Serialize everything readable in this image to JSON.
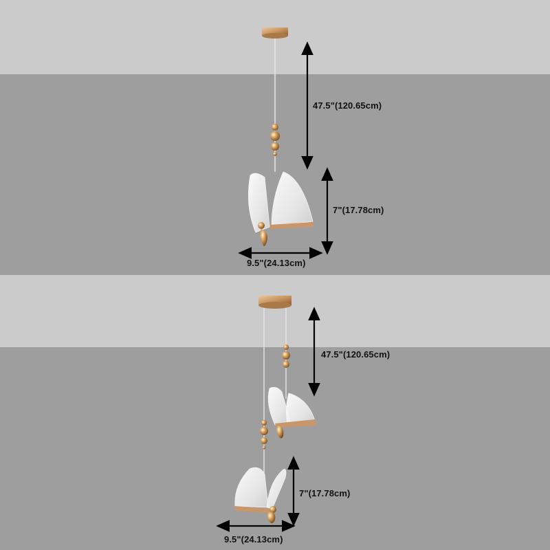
{
  "image": {
    "description": "Product dimension diagram of butterfly pendant lights",
    "colors": {
      "background_light": "#cbcbcb",
      "background_dark": "#9e9e9e",
      "gold": "#c9a070",
      "arrow": "#000000"
    }
  },
  "panels": [
    {
      "name": "single-pendant",
      "dimensions": {
        "cord_length": "47.5\"(120.65cm)",
        "height": "7\"(17.78cm)",
        "width": "9.5\"(24.13cm)"
      }
    },
    {
      "name": "double-pendant",
      "dimensions": {
        "cord_length": "47.5\"(120.65cm)",
        "height": "7\"(17.78cm)",
        "width": "9.5\"(24.13cm)"
      }
    }
  ]
}
